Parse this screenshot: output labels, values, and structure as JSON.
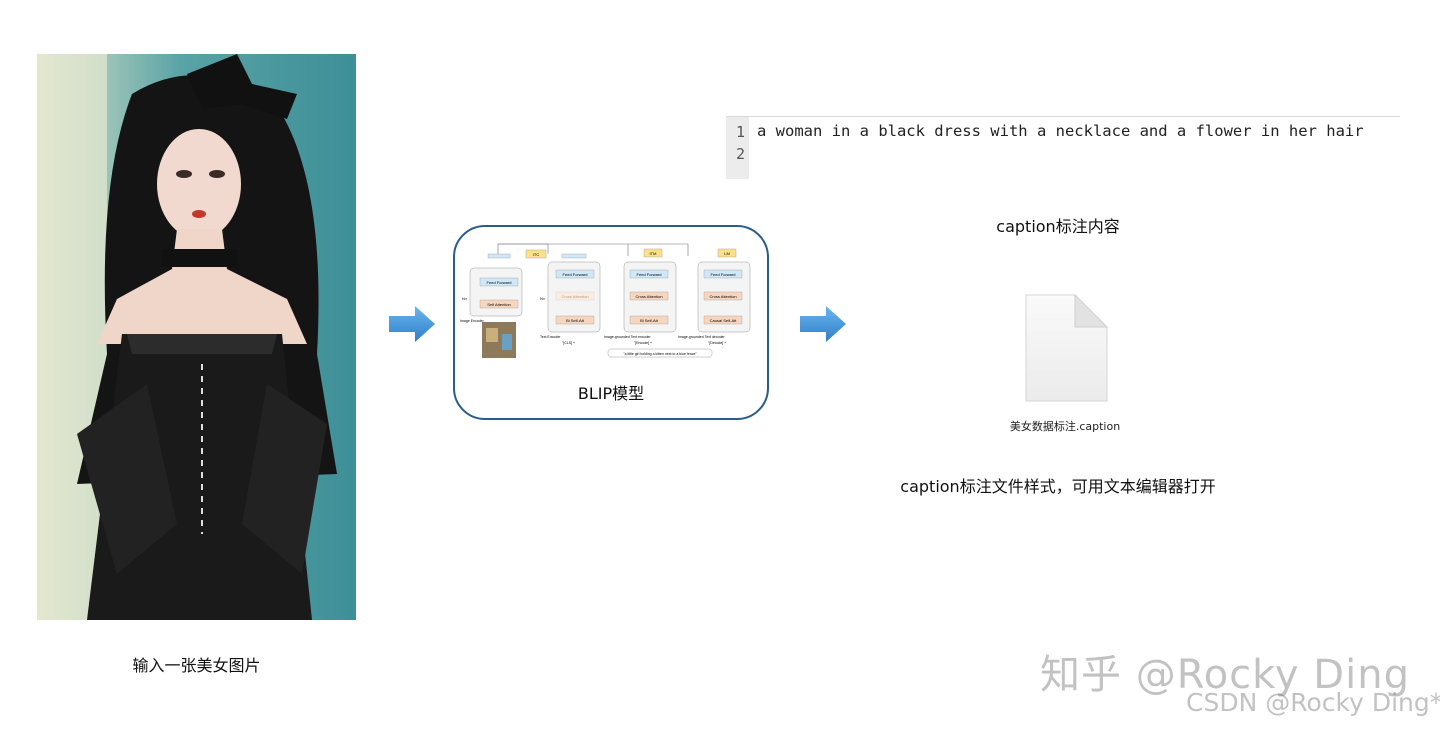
{
  "input": {
    "label": "输入一张美女图片"
  },
  "model": {
    "label": "BLIP模型",
    "diagram": {
      "top_tags": [
        "ITC",
        "ITM",
        "LM"
      ],
      "ffn": "Feed Forward",
      "self_attn": "Self Attention",
      "cross_attn": "Cross Attention",
      "bi_self_att": "Bi Self-Att",
      "causal_self_att": "Causal Self-Att",
      "nx": "N×",
      "image_encoder": "Image Encoder",
      "text_encoder": "Text Encoder",
      "grounded_encoder": "Image-grounded Text encoder",
      "grounded_decoder": "Image-grounded Text decoder",
      "cls": "\"[CLS] +",
      "encode": "\"[Encode] +",
      "decode": "\"[Decode] +",
      "caption": "\"a little girl holding a kitten next to a blue fence\""
    }
  },
  "editor": {
    "lines": [
      {
        "no": "1",
        "text": "a woman in a black dress with a necklace and a flower in her hair"
      },
      {
        "no": "2",
        "text": ""
      }
    ]
  },
  "caption_label": "caption标注内容",
  "file": {
    "name": "美女数据标注.caption"
  },
  "format_label": "caption标注文件样式，可用文本编辑器打开",
  "watermarks": {
    "zhihu": "知乎 @Rocky Ding",
    "csdn": "CSDN @Rocky Ding*"
  },
  "colors": {
    "arrow": "#3d8fd6",
    "box_border": "#2b5d8a",
    "ffn": "#cfe7f7",
    "attn": "#f7d6bf",
    "tag": "#fde08a"
  }
}
